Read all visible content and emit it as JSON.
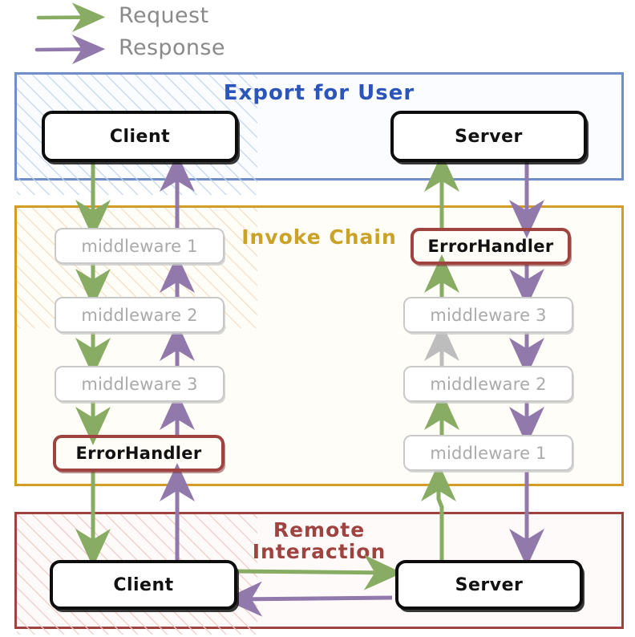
{
  "legend": {
    "items": [
      {
        "label": "Request",
        "color": "#88ac63",
        "icon": "arrow-right-icon"
      },
      {
        "label": "Response",
        "color": "#9279ac",
        "icon": "arrow-right-icon"
      }
    ]
  },
  "colors": {
    "request_green": "#88ac63",
    "response_purple": "#9279ac",
    "inactive_grey": "#bdbdbd",
    "export_border": "#6f8fc6",
    "export_title": "#2b55b8",
    "invoke_border": "#d39c24",
    "invoke_title": "#c9a227",
    "remote_border": "#9e4340",
    "remote_title": "#9e4340",
    "node_border": "#0d0d0d",
    "middleware_border": "#c9c9c9",
    "middleware_text": "#aaaaaa"
  },
  "panels": [
    {
      "id": "export",
      "title": "Export for User",
      "nodes": [
        {
          "name": "client",
          "label": "Client"
        },
        {
          "name": "server",
          "label": "Server"
        }
      ]
    },
    {
      "id": "invoke",
      "title": "Invoke Chain",
      "left_column": [
        {
          "name": "middleware-1",
          "label": "middleware 1",
          "style": "mw"
        },
        {
          "name": "middleware-2",
          "label": "middleware 2",
          "style": "mw"
        },
        {
          "name": "middleware-3",
          "label": "middleware 3",
          "style": "mw"
        },
        {
          "name": "error-handler-left",
          "label": "ErrorHandler",
          "style": "err"
        }
      ],
      "right_column": [
        {
          "name": "error-handler-right",
          "label": "ErrorHandler",
          "style": "err"
        },
        {
          "name": "middleware-3",
          "label": "middleware 3",
          "style": "mw"
        },
        {
          "name": "middleware-2",
          "label": "middleware 2",
          "style": "mw"
        },
        {
          "name": "middleware-1",
          "label": "middleware 1",
          "style": "mw"
        }
      ]
    },
    {
      "id": "remote",
      "title_line1": "Remote",
      "title_line2": "Interaction",
      "nodes": [
        {
          "name": "client",
          "label": "Client"
        },
        {
          "name": "server",
          "label": "Server"
        }
      ]
    }
  ]
}
